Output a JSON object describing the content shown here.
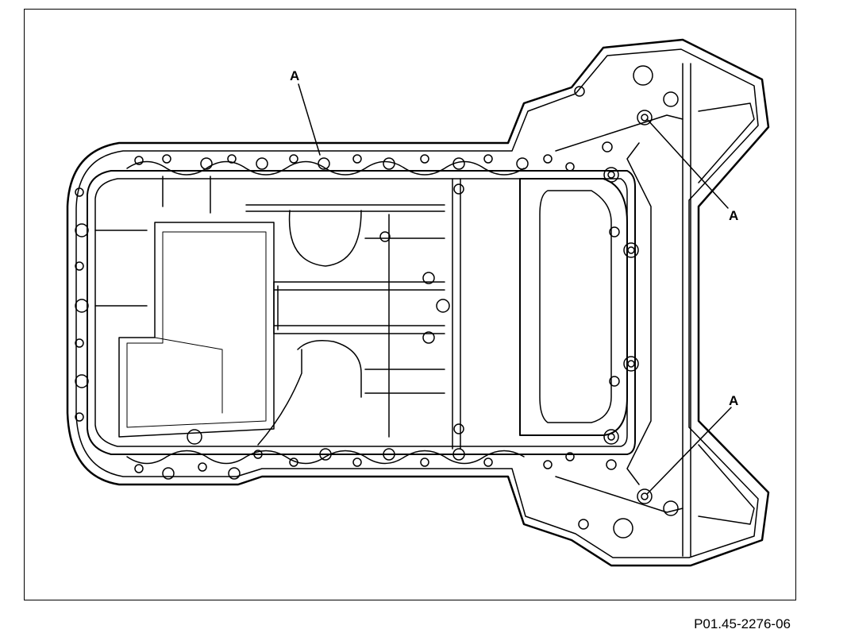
{
  "figure_id": "P01.45-2276-06",
  "callouts": [
    {
      "id": "top",
      "label": "A"
    },
    {
      "id": "right-upper",
      "label": "A"
    },
    {
      "id": "right-lower",
      "label": "A"
    }
  ],
  "colors": {
    "ink": "#000000",
    "paper": "#ffffff"
  }
}
